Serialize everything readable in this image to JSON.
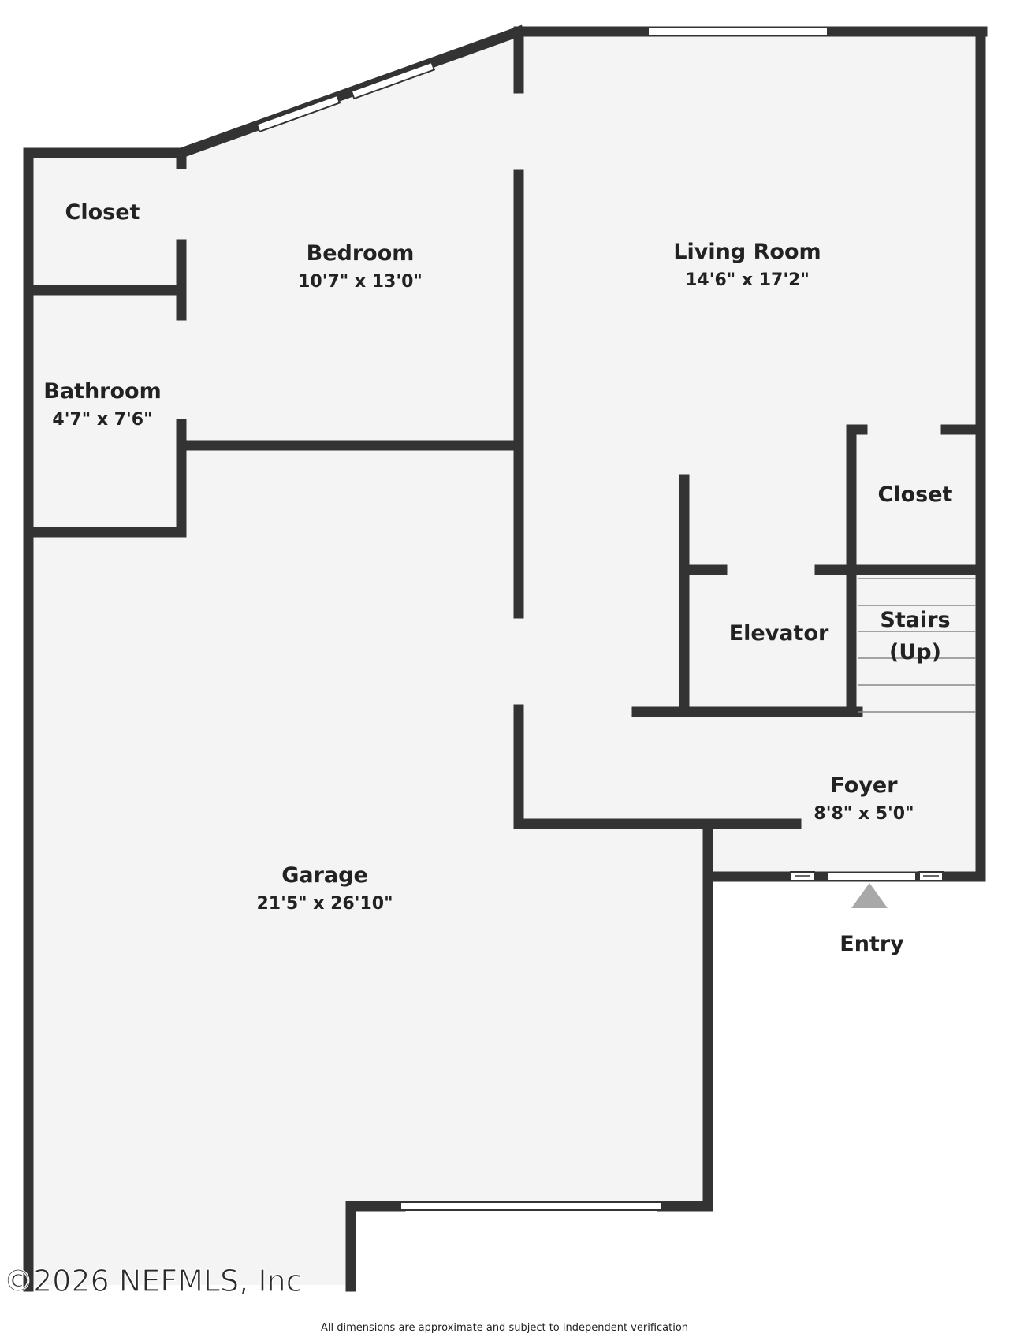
{
  "rooms": {
    "closet_nw": {
      "name": "Closet"
    },
    "bedroom": {
      "name": "Bedroom",
      "dims": "10'7\" x 13'0\""
    },
    "living_room": {
      "name": "Living Room",
      "dims": "14'6\" x 17'2\""
    },
    "bathroom": {
      "name": "Bathroom",
      "dims": "4'7\" x 7'6\""
    },
    "closet_e": {
      "name": "Closet"
    },
    "elevator": {
      "name": "Elevator"
    },
    "stairs": {
      "line1": "Stairs",
      "line2": "(Up)"
    },
    "foyer": {
      "name": "Foyer",
      "dims": "8'8\" x 5'0\""
    },
    "garage": {
      "name": "Garage",
      "dims": "21'5\" x 26'10\""
    }
  },
  "entry": {
    "label": "Entry"
  },
  "watermark": "©2026 NEFMLS, Inc",
  "footer": "All dimensions are approximate and subject to independent verification",
  "colors": {
    "wall": "#333333",
    "floor": "#f4f4f4",
    "window": "#ffffff",
    "arrow": "#a8a8a8"
  }
}
